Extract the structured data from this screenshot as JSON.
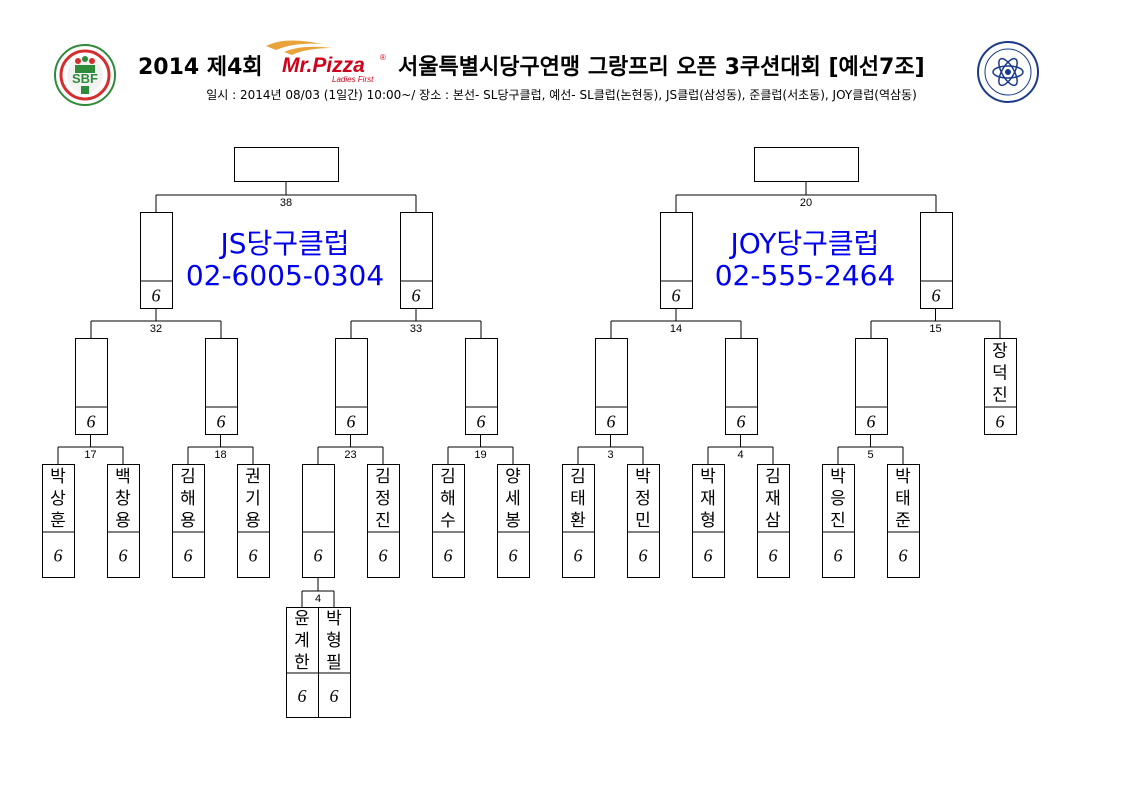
{
  "header": {
    "title_year": "2014 제4회",
    "title_main": "서울특별시당구연맹 그랑프리 오픈 3쿠션대회 [예선7조]",
    "subtitle": "일시 : 2014년 08/03 (1일간) 10:00~/ 장소 : 본선- SL당구클럽, 예선- SL클럽(논현동), JS클럽(삼성동), 준클럽(서초동), JOY클럽(역삼동)"
  },
  "logos": {
    "left_letters": "SBF",
    "sponsor_name": "Mr.Pizza",
    "sponsor_mark": "®",
    "sponsor_tagline": "Ladies First"
  },
  "clubs": {
    "left_name": "JS당구클럽",
    "left_phone": "02-6005-0304",
    "right_name": "JOY당구클럽",
    "right_phone": "02-555-2464"
  },
  "colors": {
    "club_text": "#0000ee",
    "pizza_red": "#d0021b",
    "sbf_green": "#2e8b3a",
    "sbf_red": "#d32f2f",
    "line": "#000000"
  },
  "mark_glyph": "6",
  "matches": [
    {
      "id": "m38",
      "label": "38"
    },
    {
      "id": "m20",
      "label": "20"
    },
    {
      "id": "m32",
      "label": "32"
    },
    {
      "id": "m33",
      "label": "33"
    },
    {
      "id": "m14",
      "label": "14"
    },
    {
      "id": "m15",
      "label": "15"
    },
    {
      "id": "m17",
      "label": "17"
    },
    {
      "id": "m18",
      "label": "18"
    },
    {
      "id": "m23",
      "label": "23"
    },
    {
      "id": "m19",
      "label": "19"
    },
    {
      "id": "m3",
      "label": "3"
    },
    {
      "id": "m4b",
      "label": "4"
    },
    {
      "id": "m5",
      "label": "5"
    },
    {
      "id": "m4a",
      "label": "4"
    }
  ],
  "players": [
    {
      "id": "p1",
      "name": "박상훈"
    },
    {
      "id": "p2",
      "name": "백창용"
    },
    {
      "id": "p3",
      "name": "김해용"
    },
    {
      "id": "p4",
      "name": "권기용"
    },
    {
      "id": "p5",
      "name": ""
    },
    {
      "id": "p6",
      "name": "김정진"
    },
    {
      "id": "p7",
      "name": "김해수"
    },
    {
      "id": "p8",
      "name": "양세봉"
    },
    {
      "id": "p9",
      "name": "김태환"
    },
    {
      "id": "p10",
      "name": "박정민"
    },
    {
      "id": "p11",
      "name": "박재형"
    },
    {
      "id": "p12",
      "name": "김재삼"
    },
    {
      "id": "p13",
      "name": "박응진"
    },
    {
      "id": "p14",
      "name": "박태준"
    },
    {
      "id": "p15",
      "name": "윤계한"
    },
    {
      "id": "p16",
      "name": "박형필"
    },
    {
      "id": "p17",
      "name": "장덕진"
    }
  ]
}
